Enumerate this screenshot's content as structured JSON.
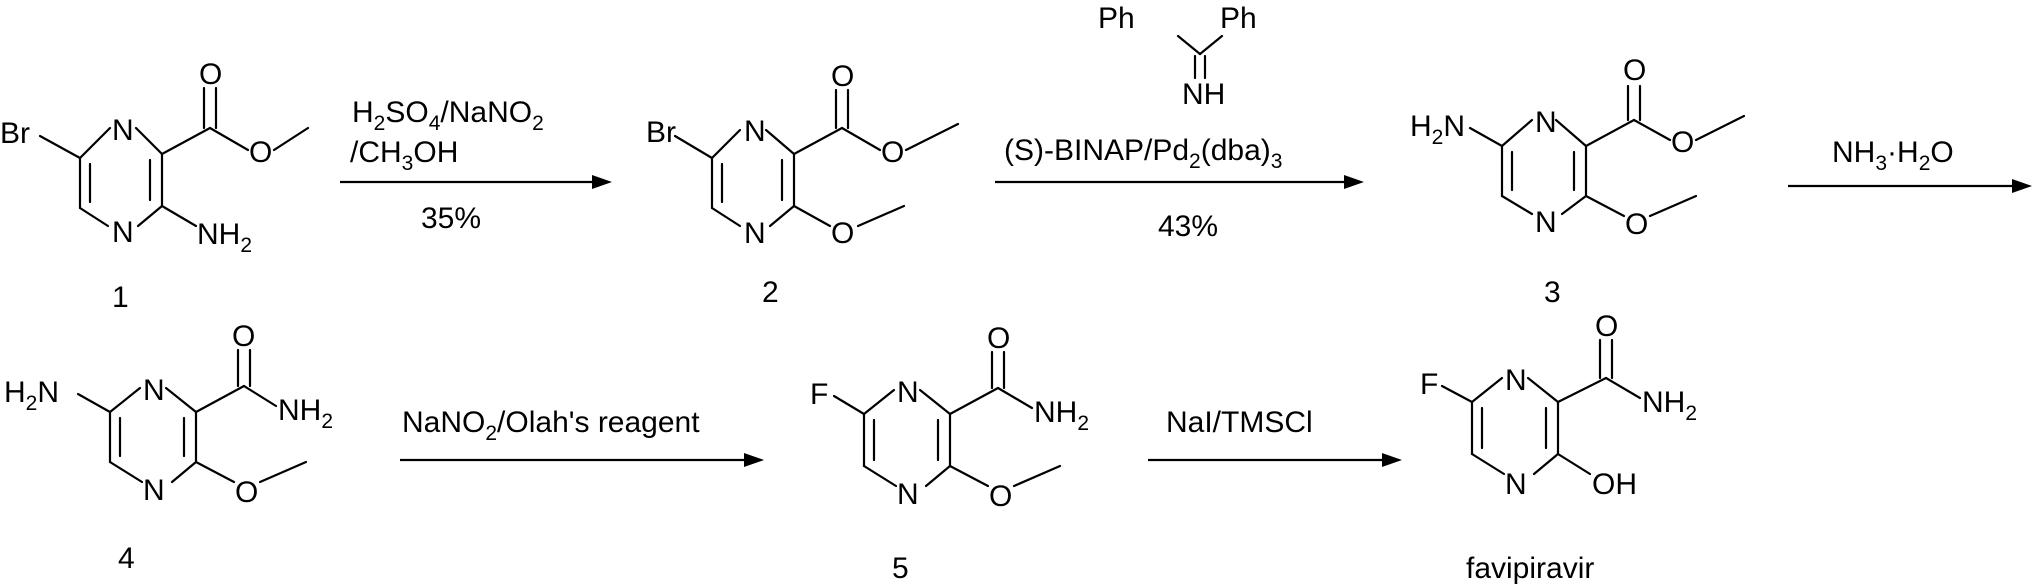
{
  "scheme": {
    "compounds": [
      {
        "label": "1"
      },
      {
        "label": "2"
      },
      {
        "label": "3"
      },
      {
        "label": "4"
      },
      {
        "label": "5"
      },
      {
        "label": "favipiravir"
      }
    ],
    "atoms": {
      "Br": "Br",
      "N": "N",
      "O": "O",
      "F": "F",
      "H": "H",
      "NH": "NH",
      "OH": "OH",
      "two": "2",
      "Ph": "Ph"
    },
    "steps": [
      {
        "line1_a": "H",
        "line1_sub1": "2",
        "line1_b": "SO",
        "line1_sub2": "4",
        "line1_c": "/NaNO",
        "line1_sub3": "2",
        "line2_a": "/CH",
        "line2_sub": "3",
        "line2_b": "OH",
        "yield": "35%"
      },
      {
        "line_a": "(S)-BINAP/Pd",
        "line_sub1": "2",
        "line_b": "(dba)",
        "line_sub2": "3",
        "yield": "43%"
      },
      {
        "a": "NH",
        "sub1": "3",
        "b": "·H",
        "sub2": "2",
        "c": "O"
      },
      {
        "a": "NaNO",
        "sub": "2",
        "b": "/Olah's reagent"
      },
      {
        "text": "NaI/TMSCl"
      }
    ]
  }
}
